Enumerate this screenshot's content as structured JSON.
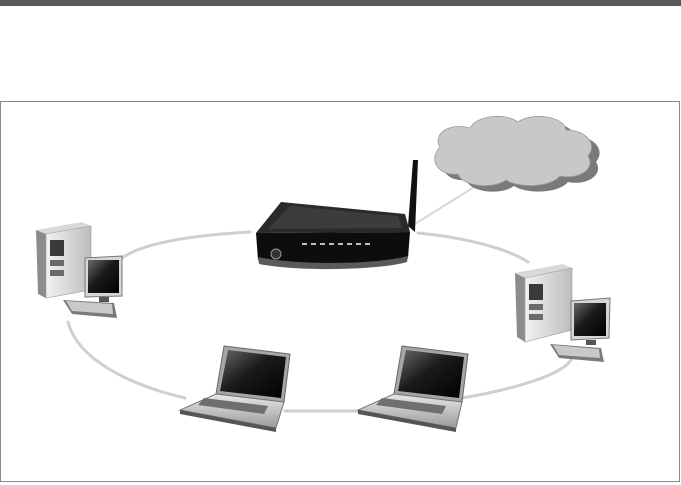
{
  "diagram": {
    "nodes": [
      {
        "id": "internet",
        "icon": "cloud-icon"
      },
      {
        "id": "router",
        "icon": "wireless-router-icon"
      },
      {
        "id": "desktop-left",
        "icon": "desktop-computer-icon"
      },
      {
        "id": "desktop-right",
        "icon": "desktop-computer-icon"
      },
      {
        "id": "laptop-left",
        "icon": "laptop-icon"
      },
      {
        "id": "laptop-right",
        "icon": "laptop-icon"
      }
    ],
    "edges": [
      {
        "from": "router",
        "to": "internet"
      },
      {
        "from": "router",
        "to": "desktop-left"
      },
      {
        "from": "router",
        "to": "desktop-right"
      },
      {
        "from": "desktop-left",
        "to": "laptop-left"
      },
      {
        "from": "laptop-left",
        "to": "laptop-right"
      },
      {
        "from": "laptop-right",
        "to": "desktop-right"
      }
    ]
  },
  "colors": {
    "header_bar": "#595959",
    "frame_border": "#8a8a8a",
    "connection_line": "#cfcfcf",
    "cloud_fill": "#c8c8c8",
    "cloud_shadow": "#7a7a7a"
  }
}
